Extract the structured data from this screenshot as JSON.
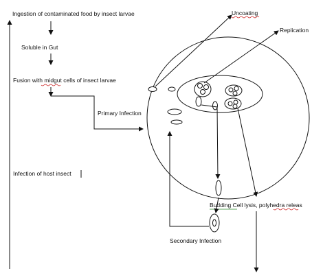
{
  "labels": {
    "ingestion": "Ingestion of contaminated food  by insect larvae",
    "soluble": "Soluble in Gut",
    "fusion_pre": "Fusion with ",
    "fusion_word": "midgut",
    "fusion_post": " cells of insect larvae",
    "primary": "Primary Infection",
    "host": "Infection of host insect",
    "uncoating": "Uncoating",
    "replication": "Replication",
    "budding": "Budding",
    "cell_lysis": "Cell lysis,",
    "polyhedra": "polyhedra",
    "release_partial": "releas",
    "secondary": "Secondary Infection"
  },
  "colors": {
    "line": "#111111",
    "spell_error_underline": "#cc2222",
    "grammar_underline": "#2a8a2a"
  }
}
